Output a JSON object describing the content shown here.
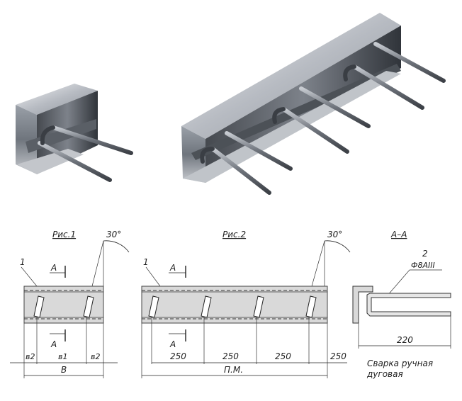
{
  "fig1": {
    "title": "Рис.1",
    "callout": "1",
    "angle": "30°",
    "section_mark": "A",
    "dims": {
      "b2_left": "в2",
      "b1": "в1",
      "b2_right": "в2",
      "total": "В"
    }
  },
  "fig2": {
    "title": "Рис.2",
    "callout": "1",
    "angle": "30°",
    "section_mark": "A",
    "dims": {
      "d1": "250",
      "d2": "250",
      "d3": "250",
      "d4": "250",
      "total": "П.М."
    }
  },
  "section": {
    "title": "А–А",
    "callout": "2",
    "rebar": "Ф8АIII",
    "length": "220",
    "note_line1": "Сварка ручная",
    "note_line2": "дуговая"
  }
}
